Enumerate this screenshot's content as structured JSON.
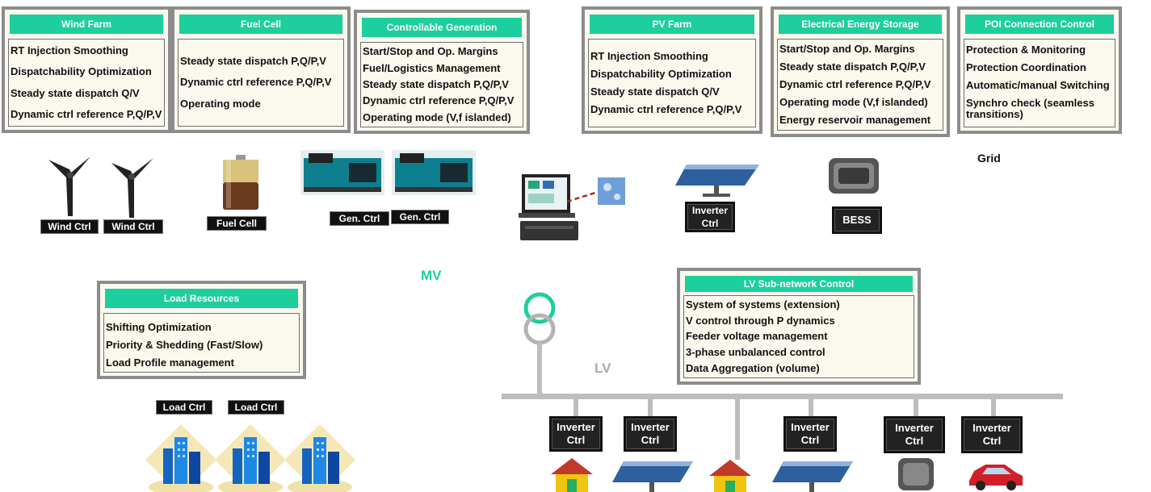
{
  "panels": {
    "wind_farm": {
      "title": "Wind Farm",
      "items": [
        "RT Injection Smoothing",
        "Dispatchability Optimization",
        "Steady state dispatch Q/V",
        "Dynamic ctrl reference P,Q/P,V"
      ]
    },
    "fuel_cell": {
      "title": "Fuel Cell",
      "items": [
        "Steady state dispatch P,Q/P,V",
        "Dynamic ctrl reference P,Q/P,V",
        "Operating mode"
      ]
    },
    "controllable_generation": {
      "title": "Controllable Generation",
      "items": [
        "Start/Stop and Op. Margins",
        "Fuel/Logistics Management",
        "Steady state dispatch P,Q/P,V",
        "Dynamic ctrl reference P,Q/P,V",
        "Operating mode (V,f islanded)"
      ]
    },
    "pv_farm": {
      "title": "PV Farm",
      "items": [
        "RT Injection Smoothing",
        "Dispatchability Optimization",
        "Steady state dispatch Q/V",
        "Dynamic ctrl reference P,Q/P,V"
      ]
    },
    "energy_storage": {
      "title": "Electrical Energy Storage",
      "items": [
        "Start/Stop and Op. Margins",
        "Steady state dispatch P,Q/P,V",
        "Dynamic ctrl reference P,Q/P,V",
        "Operating mode (V,f islanded)",
        "Energy reservoir management"
      ]
    },
    "poi": {
      "title": "POI Connection Control",
      "items": [
        "Protection & Monitoring",
        "Protection Coordination",
        "Automatic/manual Switching",
        "Synchro check (seamless transitions)"
      ]
    },
    "load_resources": {
      "title": "Load Resources",
      "items": [
        "Shifting Optimization",
        "Priority & Shedding (Fast/Slow)",
        "Load Profile management"
      ]
    },
    "lv_subnetwork": {
      "title": "LV Sub-network Control",
      "items": [
        "System of systems (extension)",
        "V control through P dynamics",
        "Feeder voltage management",
        "3-phase unbalanced control",
        "Data Aggregation (volume)"
      ]
    }
  },
  "labels": {
    "wind_ctrl_1": "Wind Ctrl",
    "wind_ctrl_2": "Wind Ctrl",
    "fuel_cell": "Fuel Cell",
    "gen_ctrl_1": "Gen. Ctrl",
    "gen_ctrl_2": "Gen. Ctrl",
    "inverter_ctrl_top": "Inverter Ctrl",
    "bess": "BESS",
    "grid": "Grid",
    "mv": "MV",
    "lv": "LV",
    "load_ctrl_1": "Load Ctrl",
    "load_ctrl_2": "Load Ctrl",
    "inverter_ctrl_lv": [
      "Inverter Ctrl",
      "Inverter Ctrl",
      "Inverter Ctrl",
      "Inverter Ctrl",
      "Inverter Ctrl"
    ]
  },
  "colors": {
    "accent": "#1dcf9c",
    "panel_border": "#8c8c8c",
    "bus": "#bdbdbd"
  }
}
